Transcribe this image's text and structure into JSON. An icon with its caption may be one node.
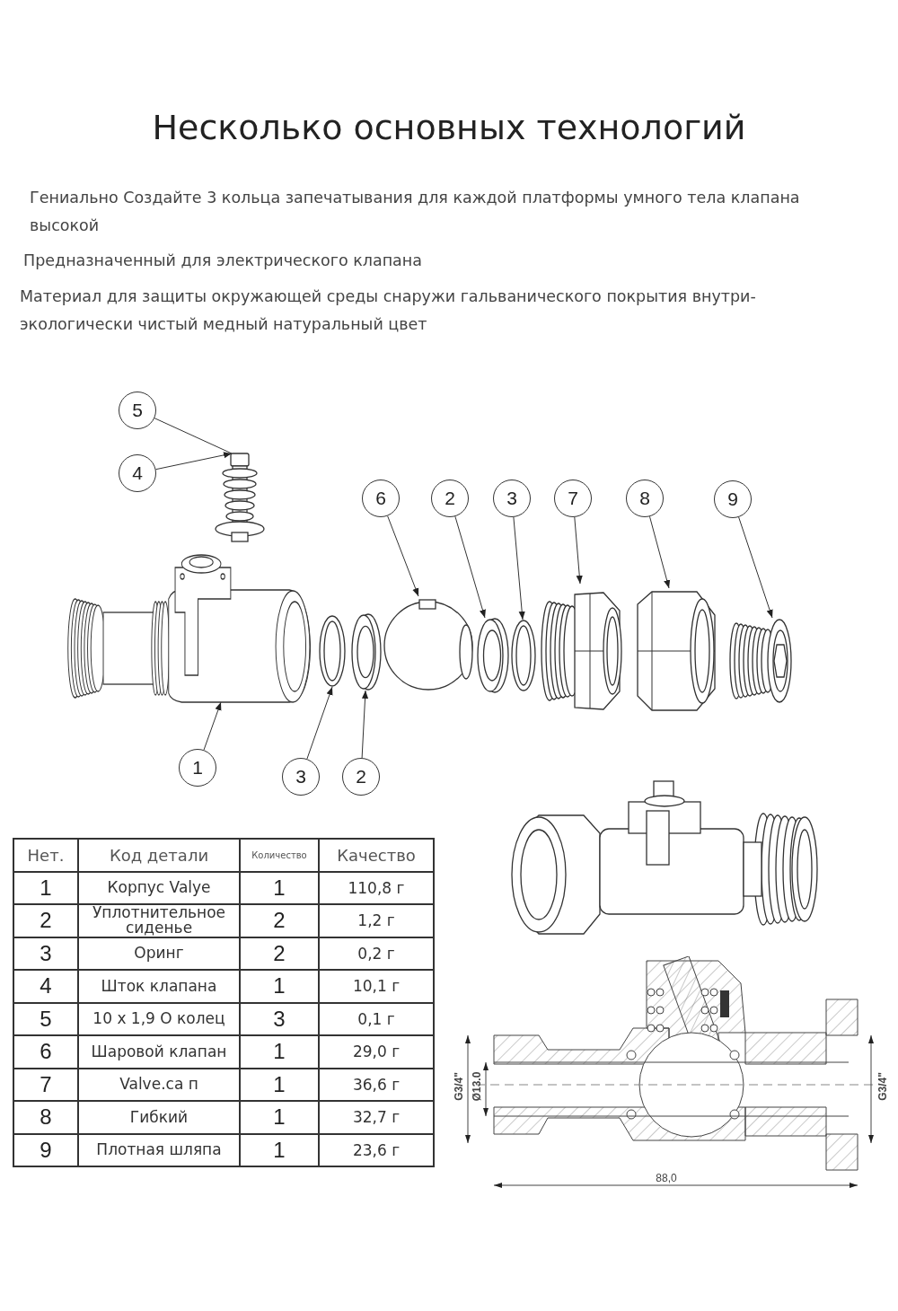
{
  "diagram": {
    "title": "Несколько основных технологий",
    "nodes": [
      {
        "text": [
          "5"
        ]
      },
      {
        "text": [
          "4"
        ]
      },
      {
        "text": [
          "6"
        ]
      },
      {
        "text": [
          "2"
        ]
      },
      {
        "text": [
          "3"
        ]
      },
      {
        "text": [
          "7"
        ]
      },
      {
        "text": [
          "8"
        ]
      },
      {
        "text": [
          "9"
        ]
      },
      {
        "text": [
          "1"
        ]
      },
      {
        "text": [
          "3"
        ]
      },
      {
        "text": [
          "2"
        ]
      },
      {
        "text": [],
        "shape": "picture"
      },
      {
        "text": [],
        "shape": "picture"
      },
      {
        "text": [],
        "shape": "picture"
      },
      {
        "text": [],
        "shape": "picture"
      },
      {
        "text": [],
        "shape": "picture"
      },
      {
        "text": [],
        "shape": "picture"
      },
      {
        "text": [],
        "shape": "picture"
      },
      {
        "text": [],
        "shape": "picture"
      },
      {
        "text": [],
        "shape": "picture"
      },
      {
        "text": [],
        "shape": "picture"
      }
    ],
    "edges": [
      {
        "from": 0,
        "to": 11,
        "arrow": "none"
      },
      {
        "from": 1,
        "to": 11,
        "arrow": "to"
      },
      {
        "from": 2,
        "to": 12,
        "arrow": "to"
      },
      {
        "from": 3,
        "to": 13,
        "arrow": "to"
      },
      {
        "from": 4,
        "to": 14,
        "arrow": "to"
      },
      {
        "from": 5,
        "to": 15,
        "arrow": "to"
      },
      {
        "from": 6,
        "to": 16,
        "arrow": "to"
      },
      {
        "from": 7,
        "to": 17,
        "arrow": "to"
      },
      {
        "from": 8,
        "to": 18,
        "arrow": "to"
      },
      {
        "from": 9,
        "to": 19,
        "arrow": "to"
      },
      {
        "from": 10,
        "to": 20,
        "arrow": "to"
      }
    ],
    "labels": [
      "Гениально Создайте 3 кольца запечатывания для каждой платформы умного тела клапана высокой",
      "Предназначенный для электрического клапана",
      "Материал для защиты окружающей среды снаружи гальванического покрытия внутри-экологически чистый медный натуральный цвет",
      "Нет.",
      "Код детали",
      "Количество",
      "Качество",
      "1",
      "Корпус Valye",
      "1",
      "110,8 г",
      "2",
      "Уплотнительное сиденье",
      "2",
      "1,2 г",
      "3",
      "Оринг",
      "2",
      "0,2 г",
      "4",
      "Шток клапана",
      "1",
      "10,1 г",
      "5",
      "10 x 1,9 O колец",
      "3",
      "0,1 г",
      "6",
      "Шаровой клапан",
      "1",
      "29,0 г",
      "7",
      "Valve.ca п",
      "1",
      "36,6 г",
      "8",
      "Гибкий",
      "1",
      "32,7 г",
      "9",
      "Плотная шляпа",
      "1",
      "23,6 г",
      "G3/4\"",
      "Ø13.0",
      "G3/4\"",
      "88,0"
    ]
  }
}
